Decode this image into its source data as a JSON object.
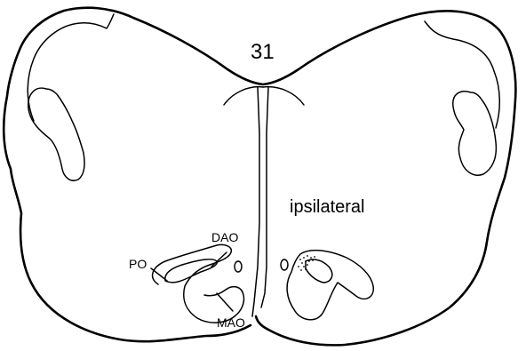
{
  "section_number": "31",
  "side_label": "ipsilateral",
  "nuclei": {
    "dao": "DAO",
    "po": "PO",
    "mao": "MAO"
  },
  "colors": {
    "ink": "#000000",
    "background": "#ffffff"
  }
}
